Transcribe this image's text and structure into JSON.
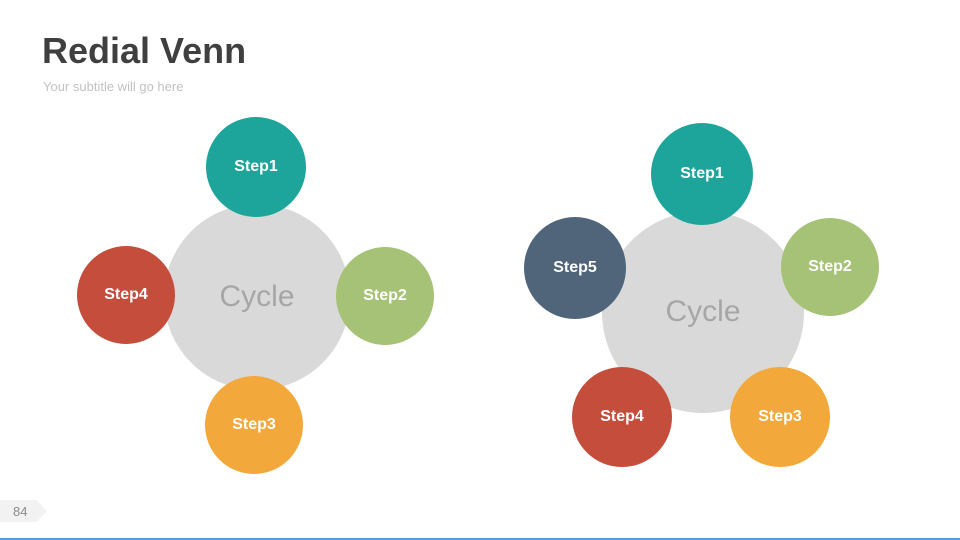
{
  "header": {
    "title": "Redial Venn",
    "subtitle": "Your subtitle will go here"
  },
  "diagrams": [
    {
      "name": "four-step-radial-venn",
      "center_label": "Cycle",
      "center_color": "#d9d9d9",
      "center_text_color": "#a6a6a6",
      "steps": [
        {
          "label": "Step1",
          "color": "#1ea59b"
        },
        {
          "label": "Step2",
          "color": "#a6c276"
        },
        {
          "label": "Step3",
          "color": "#f3a83c"
        },
        {
          "label": "Step4",
          "color": "#c44d3c"
        }
      ]
    },
    {
      "name": "five-step-radial-venn",
      "center_label": "Cycle",
      "center_color": "#d9d9d9",
      "center_text_color": "#a6a6a6",
      "steps": [
        {
          "label": "Step1",
          "color": "#1ea59b"
        },
        {
          "label": "Step2",
          "color": "#a6c276"
        },
        {
          "label": "Step3",
          "color": "#f3a83c"
        },
        {
          "label": "Step4",
          "color": "#c44d3c"
        },
        {
          "label": "Step5",
          "color": "#50647a"
        }
      ]
    }
  ],
  "footer": {
    "page_number": "84",
    "accent_line_color": "#5b9bd5"
  }
}
